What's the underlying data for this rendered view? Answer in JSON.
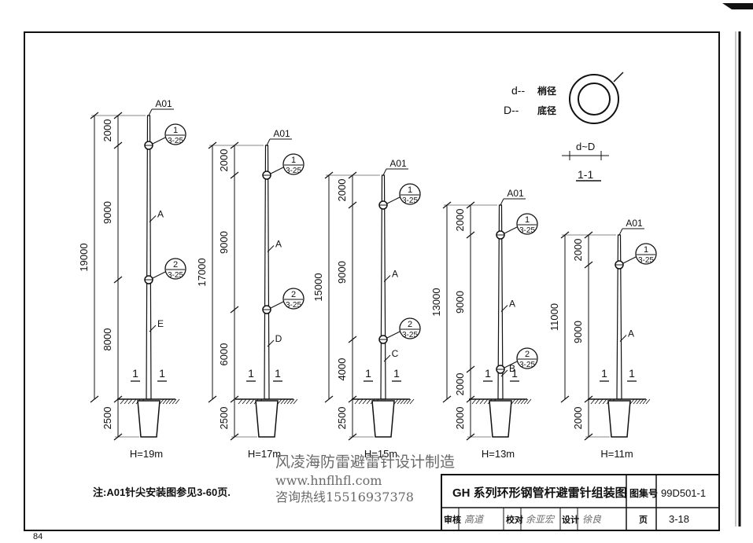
{
  "page_number": "84",
  "legend": {
    "d_label": "d--",
    "d_text": "梢径",
    "D_label": "D--",
    "D_text": "底径",
    "dim_label": "d~D",
    "section_label": "1-1"
  },
  "note": "注:A01针尖安装图参见3-60页.",
  "watermark": {
    "line1": "风凌海防雷避雷针设计制造",
    "line2": "www.hnflhfl.com",
    "line3": "咨询热线15516937378"
  },
  "title_block": {
    "title": "GH 系列环形钢管杆避雷针组装图",
    "atlas_label": "图集号",
    "atlas_no": "99D501-1",
    "review_label": "审核",
    "review_sign": "高道",
    "check_label": "校对",
    "check_sign": "余亚宏",
    "design_label": "设计",
    "design_sign": "徐良",
    "page_label": "页",
    "page_no": "3-18"
  },
  "poles": [
    {
      "id": "h19",
      "height_label": "H=19m",
      "total": "19000",
      "top_seg": "2000",
      "segments": [
        "9000",
        "8000"
      ],
      "found": "2500",
      "tip": "A01",
      "joints": [
        {
          "num": "1",
          "ref": "3-25"
        },
        {
          "num": "2",
          "ref": "3-25"
        }
      ],
      "section_letters": [
        "A",
        "E"
      ],
      "section_mark": "1"
    },
    {
      "id": "h17",
      "height_label": "H=17m",
      "total": "17000",
      "top_seg": "2000",
      "segments": [
        "9000",
        "6000"
      ],
      "found": "2500",
      "tip": "A01",
      "joints": [
        {
          "num": "1",
          "ref": "3-25"
        },
        {
          "num": "2",
          "ref": "3-25"
        }
      ],
      "section_letters": [
        "A",
        "D"
      ],
      "section_mark": "1"
    },
    {
      "id": "h15",
      "height_label": "H=15m",
      "total": "15000",
      "top_seg": "2000",
      "segments": [
        "9000",
        "4000"
      ],
      "found": "2500",
      "tip": "A01",
      "joints": [
        {
          "num": "1",
          "ref": "3-25"
        },
        {
          "num": "2",
          "ref": "3-25"
        }
      ],
      "section_letters": [
        "A",
        "C"
      ],
      "section_mark": "1"
    },
    {
      "id": "h13",
      "height_label": "H=13m",
      "total": "13000",
      "top_seg": "2000",
      "segments": [
        "9000",
        "2000"
      ],
      "found": "2000",
      "tip": "A01",
      "joints": [
        {
          "num": "1",
          "ref": "3-25"
        },
        {
          "num": "2",
          "ref": "3-25"
        }
      ],
      "section_letters": [
        "A",
        "B"
      ],
      "section_mark": "1"
    },
    {
      "id": "h11",
      "height_label": "H=11m",
      "total": "11000",
      "top_seg": "2000",
      "segments": [
        "9000"
      ],
      "found": "2000",
      "tip": "A01",
      "joints": [
        {
          "num": "1",
          "ref": "3-25"
        }
      ],
      "section_letters": [
        "A"
      ],
      "section_mark": "1"
    }
  ]
}
